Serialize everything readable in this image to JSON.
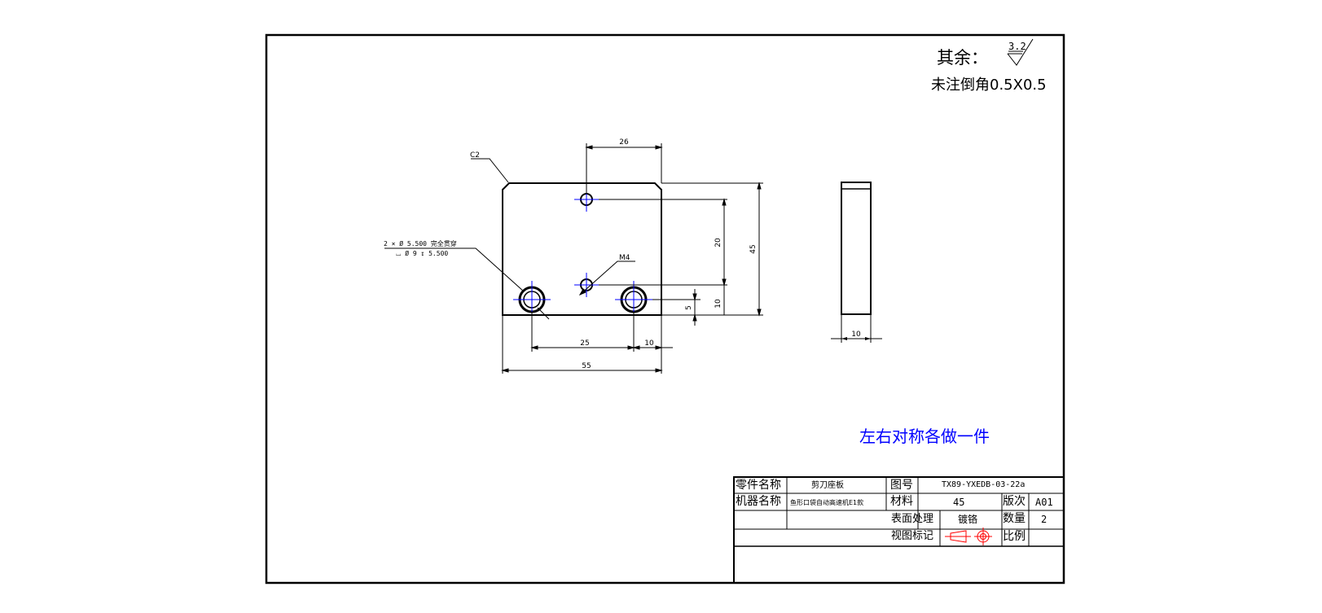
{
  "notes": {
    "roughness_label": "其余：",
    "roughness_value": "3.2",
    "chamfer_note": "未注倒角0.5X0.5",
    "symmetric_note": "左右对称各做一件"
  },
  "drawing": {
    "chamfer_label": "C2",
    "thread_label": "M4",
    "hole_callout_line1": "2 × Ø 5.500 完全贯穿",
    "hole_callout_line2": "⌴ Ø 9 ↧ 5.500",
    "dimensions": {
      "top_hole_offset": "26",
      "hole_spacing_vertical": "20",
      "overall_height": "45",
      "bottom_hole_height": "10",
      "bottom_hole_row": "5",
      "hole_pitch": "25",
      "edge_offset": "10",
      "overall_width": "55",
      "side_thickness": "10"
    }
  },
  "title_block": {
    "part_name_label": "零件名称",
    "part_name_value": "剪刀座板",
    "drawing_no_label": "图号",
    "drawing_no_value": "TX89-YXEDB-03-22a",
    "machine_name_label": "机器名称",
    "machine_name_value": "鱼形口袋自动高速机E1款",
    "material_label": "材料",
    "material_value": "45",
    "revision_label": "版次",
    "revision_value": "A01",
    "surface_label": "表面处理",
    "surface_value": "镀铬",
    "quantity_label": "数量",
    "quantity_value": "2",
    "view_mark_label": "视图标记",
    "scale_label": "比例",
    "scale_value": ""
  },
  "colors": {
    "line": "#000000",
    "centerline": "#0000ff",
    "projection_symbol": "#ff0000"
  }
}
